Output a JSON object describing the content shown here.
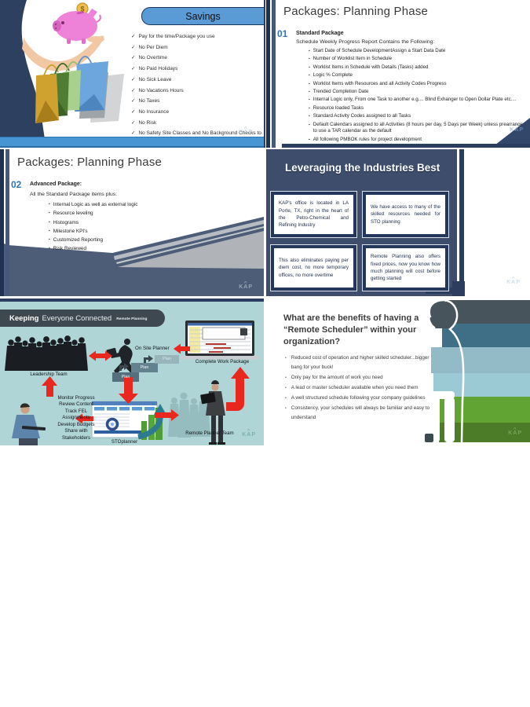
{
  "brand": {
    "name": "KAP",
    "caret": "^"
  },
  "icons": {
    "check": "✓",
    "square_bullet": "▪",
    "dot_bullet": "•",
    "dollar": "$"
  },
  "colors": {
    "navy": "#2c3e5f",
    "slate_panel": "#4d5d78",
    "leveraging_panel": "#3d4d6b",
    "accent_blue": "#2e74b5",
    "savings_pill": "#5b9bd5",
    "savings_bar": "#4796d3",
    "teal_background": "#b0d5d7",
    "banner_dark": "#3d4850",
    "red_arrow": "#e8281e",
    "piggy_pink": "#ee82d8",
    "bands": [
      "#47545c",
      "#3f6e87",
      "#92bac7",
      "#9ccad4",
      "#62a433",
      "#4c7c28"
    ]
  },
  "slides": {
    "savings": {
      "title": "Savings",
      "items": [
        "Pay for the time/Package you use",
        "No Per Diem",
        "No Overtime",
        "No Paid Holidays",
        "No Sick Leave",
        "No Vacations Hours",
        "No Taxes",
        "No Insurance",
        "No Risk",
        "No Safety Site Classes and No Background Checks to Perform"
      ]
    },
    "packages_standard": {
      "title": "Packages: Planning Phase",
      "number": "01",
      "heading": "Standard Package",
      "intro": "Schedule Weekly Progress Report Contains the Following:",
      "bullets": [
        "Start Date of Schedule DevelopmentAssign a Start Data Date",
        "Number of Worklist Item in Schedule",
        "Worklist Items in Schedule with Details (Tasks) added",
        "Logic % Complete",
        "Worklist Items with Resources and all Activity Codes Progress",
        "Trended Completion Date",
        "Internal Logic only, From one Task to another e.g.... Blind Exhanger to Open Dollar Plate etc....",
        "Resource loaded Tasks",
        "Standard Activity Codes assigned to all Tasks",
        "Default Calendars assigned to all Activities (8 hours per day, 5 Days per Week) unless prearranged to use a TAR calendar as the default",
        "All following PMBOK rules for project development"
      ]
    },
    "packages_advanced": {
      "title": "Packages: Planning Phase",
      "number": "02",
      "heading": "Advanced Package:",
      "intro": "All the Standard Package items plus:",
      "bullets": [
        "Internal Logic as well as external logic",
        "Resource leveling",
        "Histograms",
        "Milestone KPI's",
        "Customized Reporting",
        "Risk Reviewed"
      ]
    },
    "leveraging": {
      "title": "Leveraging the Industries Best",
      "boxes": [
        "KAP's office is located in LA Porte, TX, right in the heart of the Petro-Chemical and Refining Industry",
        "We have access to many of the skilled resources needed for STO planning",
        "This also eliminates paying per diem cost, no more temporary offices, no more overtime",
        "Remote Planning also offers fixed prices, now you know how much planning will cost before getting started"
      ]
    },
    "connected": {
      "title_bold": "Keeping",
      "title_rest": "Everyone Connected",
      "badge": "Remote Planning",
      "plan_label": "Plan",
      "labels": {
        "leadership": "Leadership Team",
        "onsite": "On Site Planner",
        "work_package": "Complete Work Package",
        "stoplanner": "STOplanner",
        "remote_team": "Remote Planner Team"
      },
      "monitor_lines": [
        "Monitor Progress",
        "Review Content",
        "Track FEL",
        "Assignments",
        "Develop Budgets",
        "Share with",
        "Stakeholders"
      ]
    },
    "benefits": {
      "title": "What are the benefits of having a “Remote Scheduler” within your organization?",
      "bullets": [
        "Reduced cost of operation and higher skilled scheduler...bigger bang for your buck!",
        "Only pay for the amount of work you need",
        "A lead or master scheduler available when you need them",
        "A well structured schedule following your company guidelines",
        "Consistency, your schedules will always be familiar and easy to understand"
      ]
    }
  }
}
